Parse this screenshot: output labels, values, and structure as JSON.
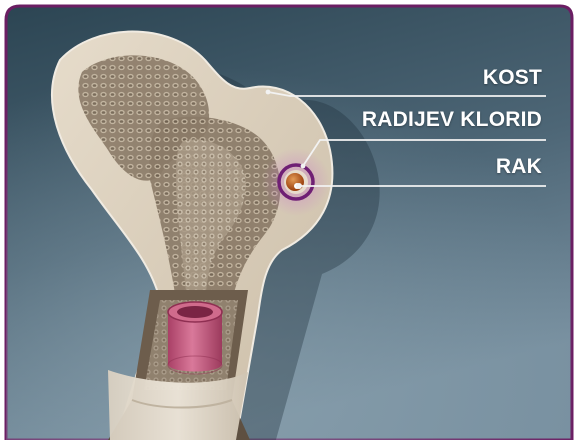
{
  "labels": {
    "bone": "KOST",
    "radium": "RADIJEV KLORID",
    "cancer": "RAK"
  },
  "colors": {
    "frame_border": "#6b1e63",
    "background_top": "#2f4957",
    "background_bottom": "#6f8795",
    "bone_surface": "#d7cbb8",
    "marrow": "#8a7a69",
    "vessel": "#c2577a",
    "tumor_ring": "#6f1f74",
    "tumor_core": "#c0601b",
    "leader_line": "#f2f2f2"
  },
  "icons": [
    "femur-bone-illustration",
    "blood-vessel",
    "tumor-marker"
  ]
}
